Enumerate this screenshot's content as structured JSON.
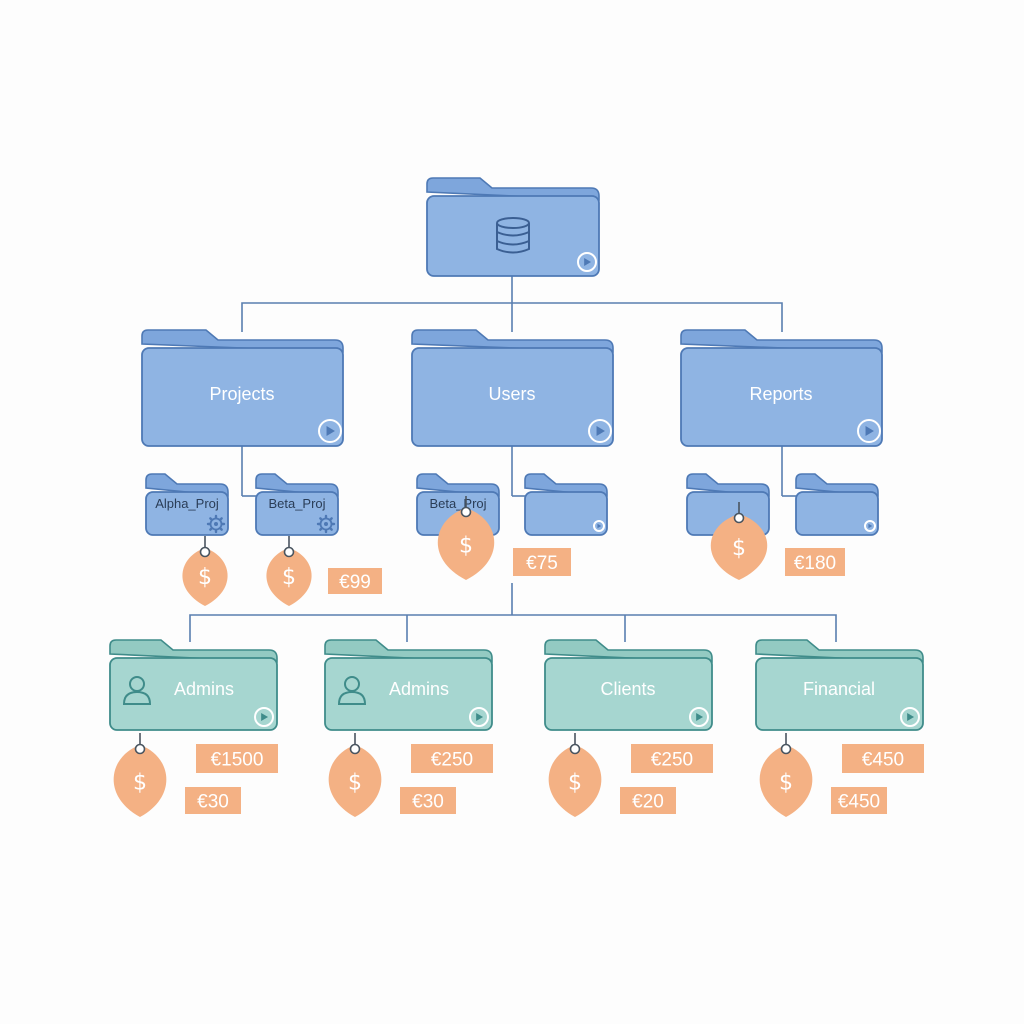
{
  "colors": {
    "blue_folder": "#8fb4e3",
    "blue_tab": "#7ea6dc",
    "blue_stroke": "#4e79b5",
    "teal_folder": "#a6d6d0",
    "teal_tab": "#93cac2",
    "teal_stroke": "#3f8c8a",
    "tag_fill": "#f4b184",
    "connector": "#5a7fb0"
  },
  "root": {
    "icon": "database-icon"
  },
  "folders_level1": [
    {
      "label": "Projects"
    },
    {
      "label": "Users"
    },
    {
      "label": "Reports"
    }
  ],
  "subfolders": [
    {
      "label": "Alpha_Proj",
      "icon": "gear-icon"
    },
    {
      "label": "Beta_Proj",
      "icon": "gear-icon"
    },
    {
      "label": "Beta_Proj"
    },
    {
      "label": "",
      "icon": "play-icon"
    },
    {
      "label": ""
    },
    {
      "label": "",
      "icon": "play-icon"
    }
  ],
  "sub_prices": [
    "€99",
    "€75",
    "€180"
  ],
  "sub_tag_symbol": "$",
  "folders_level2": [
    {
      "label": "Admins",
      "icon": "user-icon",
      "price_top": "€1500",
      "price_bottom": "€30"
    },
    {
      "label": "Admins",
      "icon": "user-icon",
      "price_top": "€250",
      "price_bottom": "€30"
    },
    {
      "label": "Clients",
      "price_top": "€250",
      "price_bottom": "€20"
    },
    {
      "label": "Financial",
      "price_top": "€450",
      "price_bottom": "€450"
    }
  ]
}
